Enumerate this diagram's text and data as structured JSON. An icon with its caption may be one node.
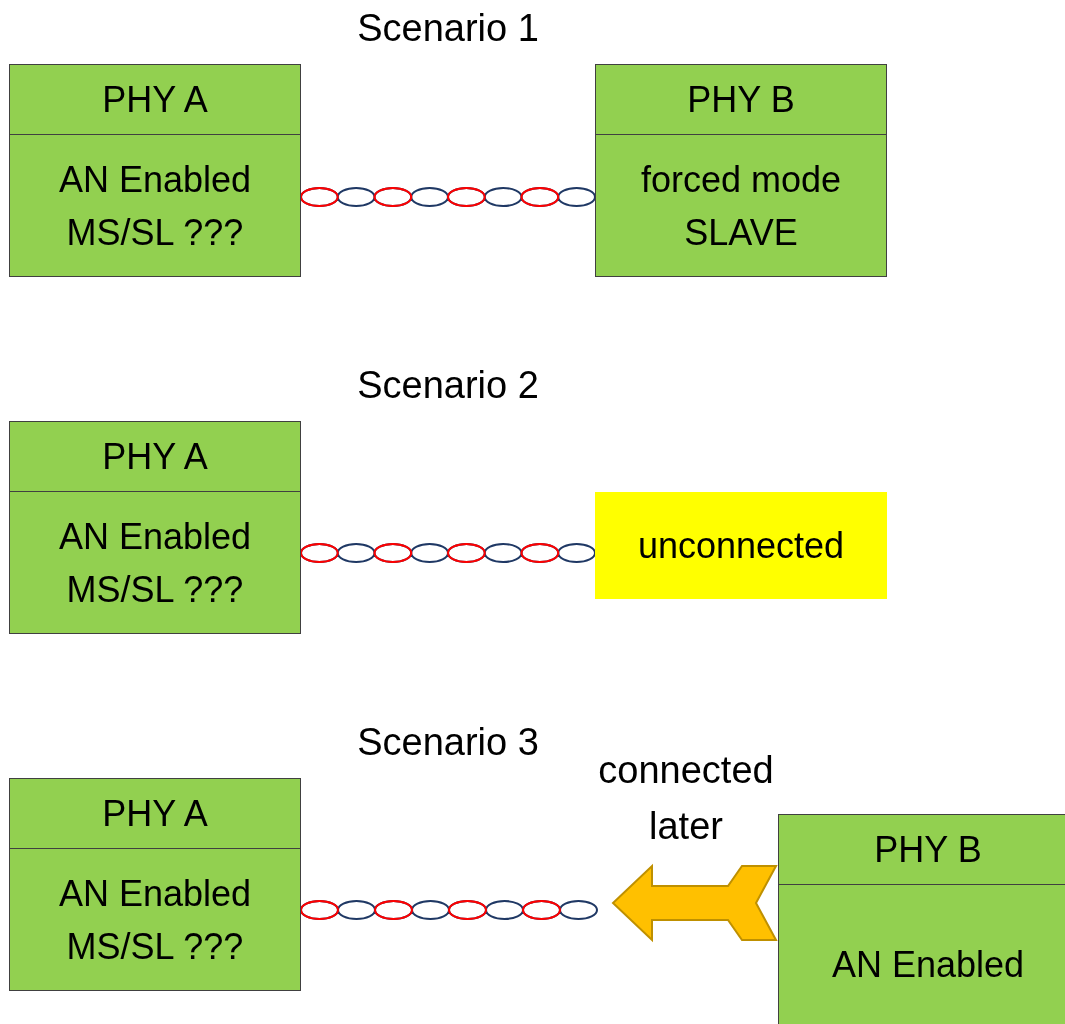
{
  "diagram": {
    "nodes": [
      {
        "text": [
          "PHY A",
          "AN Enabled MS/SL ???"
        ]
      },
      {
        "text": [
          "PHY B",
          "forced mode SLAVE"
        ]
      },
      {
        "text": [
          "PHY A",
          "AN Enabled MS/SL ???"
        ]
      },
      {
        "text": [
          "unconnected"
        ]
      },
      {
        "text": [
          "PHY A",
          "AN Enabled MS/SL ???"
        ]
      },
      {
        "text": [
          "PHY B",
          "AN Enabled"
        ]
      }
    ],
    "edges": [
      {
        "from": 0,
        "to": 1,
        "arrow": "none"
      },
      {
        "from": 2,
        "to": 3,
        "arrow": "none"
      },
      {
        "from": 4,
        "to": null,
        "arrow": "none"
      },
      {
        "from": 5,
        "to": null,
        "arrow": "to",
        "label": "connected later",
        "style": "thick",
        "color": "#ffc000"
      }
    ],
    "labels": [
      "Scenario 1",
      "Scenario 2",
      "Scenario 3"
    ]
  }
}
